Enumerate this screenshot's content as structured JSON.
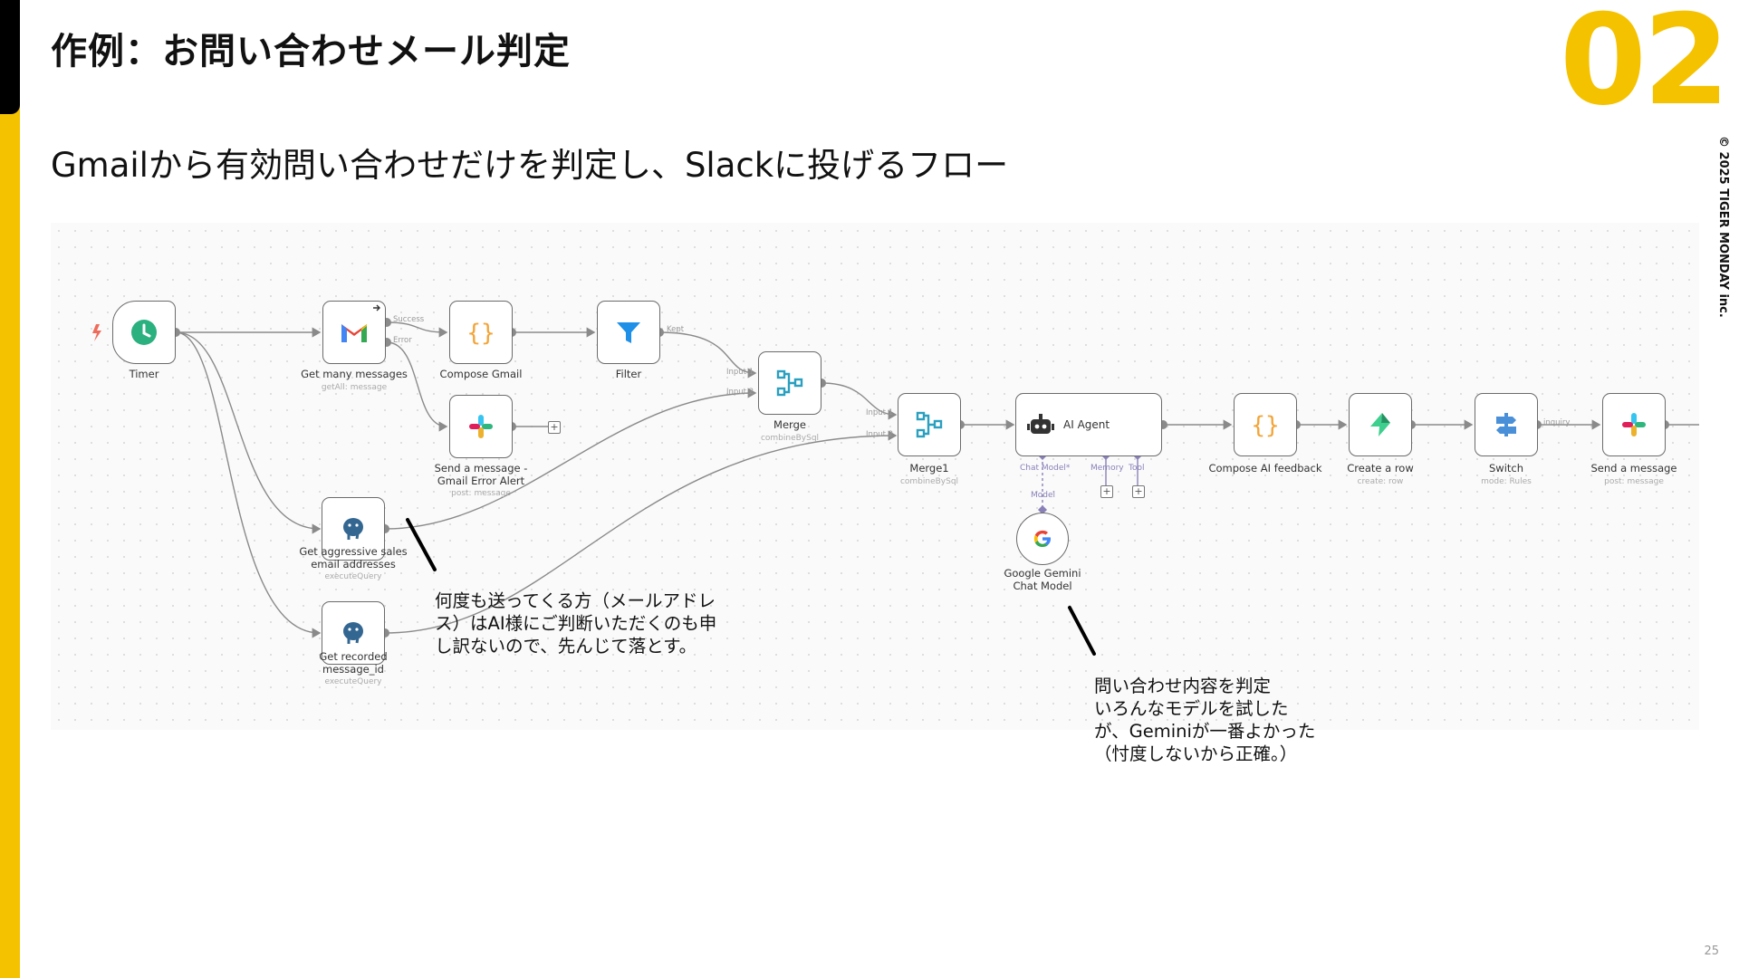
{
  "slide": {
    "title": "作例：お問い合わせメール判定",
    "number": "02",
    "subtitle": "Gmailから有効問い合わせだけを判定し、Slackに投げるフロー",
    "copyright": "© 2025 TIGER MONDAY inc.",
    "page_number": "25",
    "accent_color": "#f5c200"
  },
  "workflow": {
    "nodes": {
      "timer": {
        "label": "Timer",
        "icon": "clock-icon"
      },
      "get_many_messages": {
        "label": "Get many messages",
        "sub": "getAll: message",
        "icon": "gmail-icon"
      },
      "compose_gmail": {
        "label": "Compose Gmail",
        "icon": "code-braces-icon"
      },
      "filter": {
        "label": "Filter",
        "icon": "filter-icon"
      },
      "send_error_alert": {
        "label": "Send a message - Gmail Error Alert",
        "sub": "post: message",
        "icon": "slack-icon"
      },
      "merge": {
        "label": "Merge",
        "sub": "combineBySql",
        "icon": "merge-icon"
      },
      "get_sales_emails": {
        "label": "Get aggressive sales email addresses",
        "sub": "executeQuery",
        "icon": "postgres-icon"
      },
      "get_recorded_ids": {
        "label": "Get recorded message_id",
        "sub": "executeQuery",
        "icon": "postgres-icon"
      },
      "merge1": {
        "label": "Merge1",
        "sub": "combineBySql",
        "icon": "merge-icon"
      },
      "ai_agent": {
        "label": "AI Agent",
        "icon": "robot-icon"
      },
      "gemini": {
        "label": "Google Gemini Chat Model",
        "icon": "google-icon"
      },
      "compose_ai_feedback": {
        "label": "Compose AI feedback",
        "icon": "code-braces-icon"
      },
      "create_row": {
        "label": "Create a row",
        "sub": "create: row",
        "icon": "supabase-icon"
      },
      "switch": {
        "label": "Switch",
        "sub": "mode: Rules",
        "icon": "switch-icon"
      },
      "send_message": {
        "label": "Send a message",
        "sub": "post: message",
        "icon": "slack-icon"
      }
    },
    "ports": {
      "success": "Success",
      "error": "Error",
      "kept": "Kept",
      "input1": "Input 1",
      "input2": "Input 2",
      "chat_model": "Chat Model*",
      "memory": "Memory",
      "tool": "Tool",
      "model": "Model",
      "inquiry": "inquiry"
    }
  },
  "annotations": {
    "left": "何度も送ってくる方（メールアドレス）はAI様にご判断いただくのも申し訳ないので、先んじて落とす。",
    "right": "問い合わせ内容を判定\nいろんなモデルを試した\nが、Geminiが一番よかった\n（忖度しないから正確。）"
  }
}
